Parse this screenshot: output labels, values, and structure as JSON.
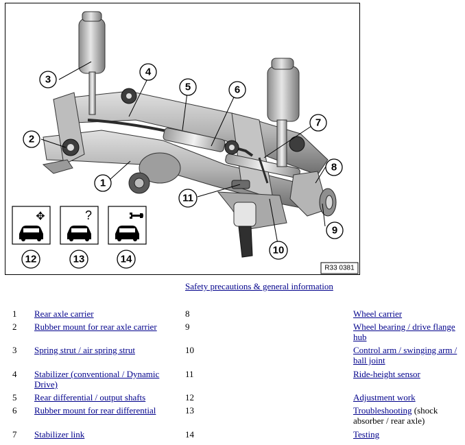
{
  "figure": {
    "reference_code": "R33 0381",
    "callouts": [
      {
        "id": "1",
        "label": "1"
      },
      {
        "id": "2",
        "label": "2"
      },
      {
        "id": "3",
        "label": "3"
      },
      {
        "id": "4",
        "label": "4"
      },
      {
        "id": "5",
        "label": "5"
      },
      {
        "id": "6",
        "label": "6"
      },
      {
        "id": "7",
        "label": "7"
      },
      {
        "id": "8",
        "label": "8"
      },
      {
        "id": "9",
        "label": "9"
      },
      {
        "id": "10",
        "label": "10"
      },
      {
        "id": "11",
        "label": "11"
      },
      {
        "id": "12",
        "label": "12"
      },
      {
        "id": "13",
        "label": "13"
      },
      {
        "id": "14",
        "label": "14"
      }
    ],
    "icons": [
      {
        "name": "adjustment-car-icon",
        "glyph": "✥"
      },
      {
        "name": "troubleshooting-car-icon",
        "glyph": "?"
      },
      {
        "name": "testing-car-icon",
        "glyph": "🔧"
      }
    ]
  },
  "safety_link": "Safety precautions & general information",
  "legend": [
    {
      "left_num": "1",
      "left_text": "Rear axle carrier",
      "left_extra": "",
      "right_num": "8",
      "right_text": "Wheel carrier",
      "right_extra": ""
    },
    {
      "left_num": "2",
      "left_text": "Rubber mount for rear axle carrier",
      "left_extra": "",
      "right_num": "9",
      "right_text": "Wheel bearing / drive flange hub",
      "right_extra": ""
    },
    {
      "left_num": "3",
      "left_text": "Spring strut / air spring strut",
      "left_extra": "",
      "right_num": "10",
      "right_text": "Control arm / swinging arm / ball joint",
      "right_extra": ""
    },
    {
      "left_num": "4",
      "left_text": "Stabilizer (conventional / Dynamic Drive)",
      "left_extra": "",
      "right_num": "11",
      "right_text": "Ride-height sensor",
      "right_extra": ""
    },
    {
      "left_num": "5",
      "left_text": "Rear differential / output shafts",
      "left_extra": "",
      "right_num": "12",
      "right_text": "Adjustment work",
      "right_extra": ""
    },
    {
      "left_num": "6",
      "left_text": "Rubber mount for rear differential",
      "left_extra": "",
      "right_num": "13",
      "right_text": "Troubleshooting",
      "right_extra": " (shock absorber / rear axle)"
    },
    {
      "left_num": "7",
      "left_text": "Stabilizer link",
      "left_extra": "",
      "right_num": "14",
      "right_text": "Testing",
      "right_extra": ""
    }
  ],
  "colors": {
    "link": "#00008b",
    "figure_bg": "#ffffff",
    "metal_light": "#d9d9d9",
    "metal_mid": "#a6a6a6",
    "metal_dark": "#4d4d4d"
  }
}
